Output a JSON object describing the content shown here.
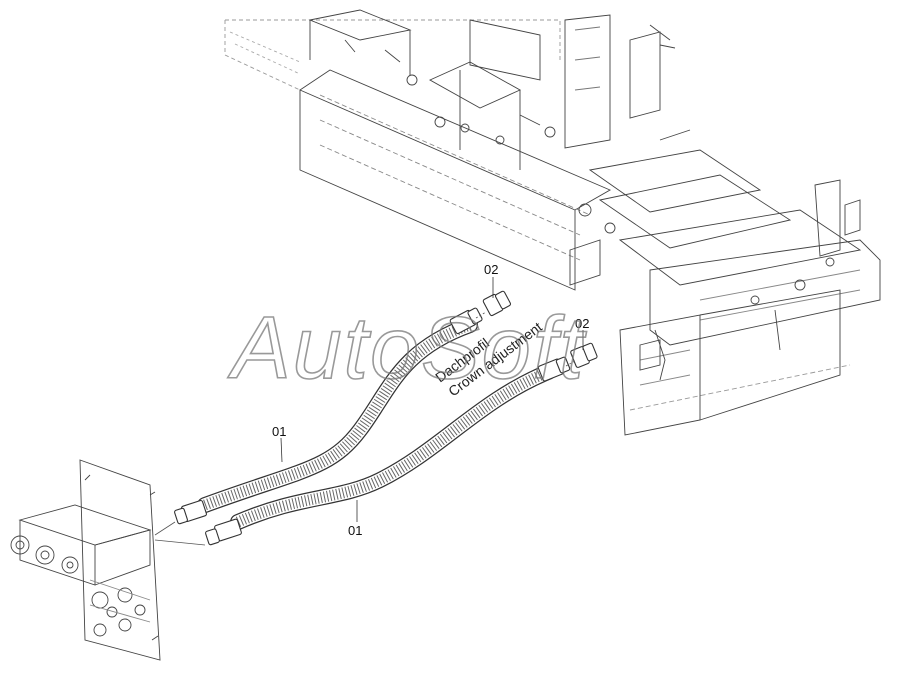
{
  "watermark": {
    "text": "AutoSoft"
  },
  "callouts": {
    "hose_upper": "01",
    "hose_lower": "01",
    "fitting_upper": "02",
    "fitting_lower": "02"
  },
  "annotation": {
    "line1": "Dachprofil",
    "line2": "Crown adjustment"
  },
  "colors": {
    "line": "#333333",
    "faint": "#9a9a9a",
    "hatch": "#555555"
  }
}
